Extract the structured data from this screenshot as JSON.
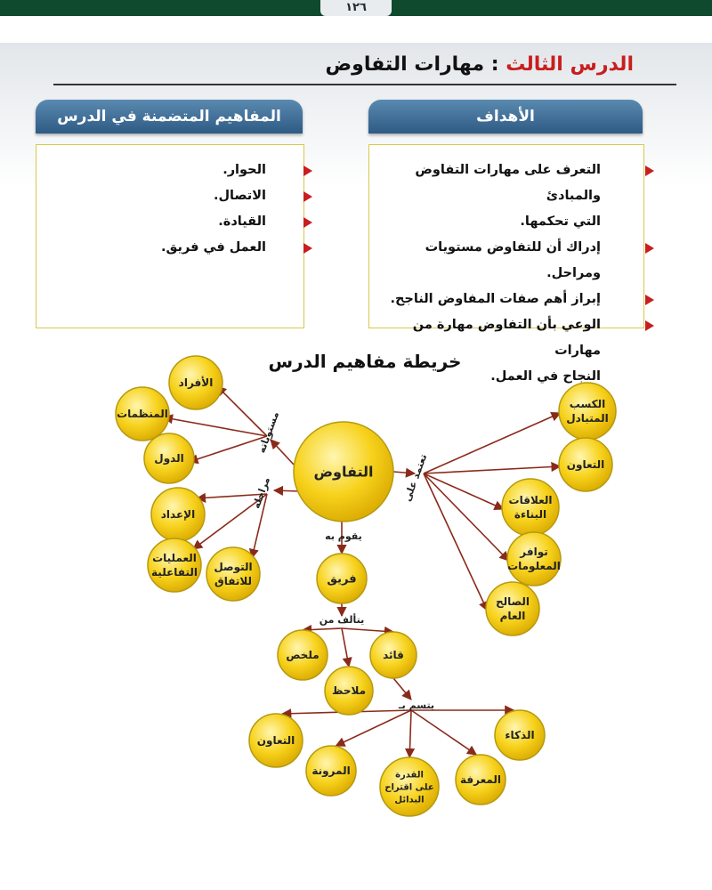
{
  "page_number": "١٢٦",
  "lesson": {
    "prefix": "الدرس الثالث",
    "separator": " : ",
    "title": "مهارات التفاوض"
  },
  "tabs": {
    "concepts": "المفاهيم المتضمنة في الدرس",
    "objectives": "الأهداف"
  },
  "concepts": [
    "الحوار.",
    "الاتصال.",
    "القيادة.",
    "العمل في فريق."
  ],
  "objectives": [
    [
      "التعرف على مهارات التفاوض والمبادئ",
      "التي تحكمها."
    ],
    [
      "إدراك أن للتفاوض مستويات ومراحل."
    ],
    [
      "إبراز أهم صفات المفاوض الناجح."
    ],
    [
      "الوعي بأن التفاوض مهارة من مهارات",
      "النجاح في العمل."
    ]
  ],
  "concept_map": {
    "title": "خريطة مفاهيم الدرس",
    "colors": {
      "node_fill": "#f7d21c",
      "node_stroke": "#b59a10",
      "arrow": "#8a2a1a"
    },
    "center": "التفاوض",
    "left_top_label": "مستوياته",
    "left_top": [
      "الأفراد",
      "المنظمات",
      "الدول"
    ],
    "left_bottom_label": "مراحله",
    "left_bottom": [
      "الإعداد",
      "العمليات التفاعلية",
      "التوصل للاتفاق"
    ],
    "right_label": "تعتمد على",
    "right": [
      "الكسب المتبادل",
      "التعاون",
      "العلاقات البناءة",
      "توافر المعلومات",
      "الصالح العام"
    ],
    "down_label": "يقوم به",
    "team": "فريق",
    "team_label": "يتألف من",
    "members": [
      "ملخص",
      "ملاحظ",
      "قائد"
    ],
    "leader_label": "يتسم بـ",
    "traits": [
      "التعاون",
      "المرونة",
      "القدرة على اقتراح البدائل",
      "المعرفة",
      "الذكاء"
    ]
  }
}
